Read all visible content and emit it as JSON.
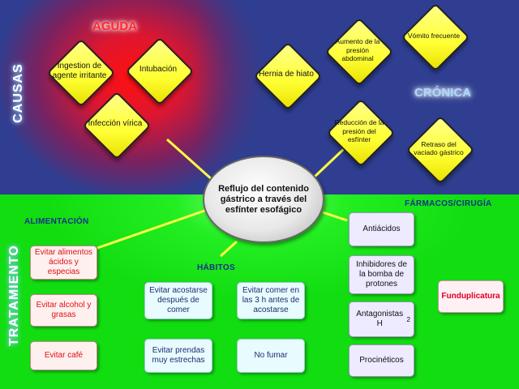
{
  "side_labels": {
    "causas": "CAUSAS",
    "tratamiento": "TRATAMIENTO"
  },
  "causes": {
    "aguda": {
      "title": "AGUDA",
      "items": [
        "Ingestion de agente irritante",
        "Intubación",
        "Infección vírica"
      ]
    },
    "cronica": {
      "title": "CRÓNICA",
      "items": [
        "Hernia de hiato",
        "Aumento de la presión abdominal",
        "Vómito frecuente",
        "Reducción de la presión del esfínter",
        "Retraso del vaciado gástrico"
      ]
    }
  },
  "center": {
    "text": "Reflujo del contenido gástrico a través del esfínter esofágico"
  },
  "treatment": {
    "alimentacion": {
      "title": "ALIMENTACIÓN",
      "items": [
        "Evitar alimentos ácidos y especias",
        "Evitar alcohol y grasas",
        "Evitar café"
      ]
    },
    "habitos": {
      "title": "HÁBITOS",
      "items": [
        "Evitar acostarse después de comer",
        "Evitar comer en las 3 h antes de acostarse",
        "Evitar prendas muy estrechas",
        "No fumar"
      ]
    },
    "farmacos": {
      "title": "FÁRMACOS/CIRUGÍA",
      "items": [
        "Antiácidos",
        "Inhibidores de la bomba de protones",
        "Antagonistas H",
        "Procinéticos"
      ],
      "antagonistas_subscript": "2",
      "surgery": "Funduplicatura"
    }
  },
  "colors": {
    "causes_red": "#ff1010",
    "causes_blue": "#2f3e90",
    "treatment_green": "#11dd11",
    "diamond_yellow": "#ffff33",
    "connector_yellow": "#ffff44",
    "section_title_blue": "#1a2f8a",
    "alert_red": "#e01010"
  }
}
